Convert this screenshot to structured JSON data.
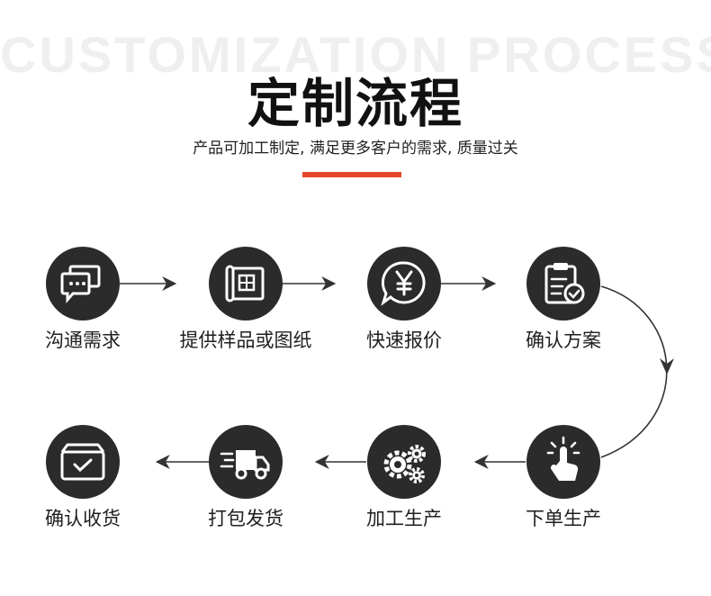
{
  "header": {
    "bg_title": "CUSTOMIZATION PROCESS",
    "title": "定制流程",
    "subtitle": "产品可加工制定, 满足更多客户的需求, 质量过关",
    "accent_color": "#e4472a"
  },
  "steps": [
    {
      "label": "沟通需求",
      "icon": "chat-icon"
    },
    {
      "label": "提供样品或图纸",
      "icon": "blueprint-icon"
    },
    {
      "label": "快速报价",
      "icon": "yuan-bubble-icon"
    },
    {
      "label": "确认方案",
      "icon": "clipboard-check-icon"
    },
    {
      "label": "下单生产",
      "icon": "click-hand-icon"
    },
    {
      "label": "加工生产",
      "icon": "gears-icon"
    },
    {
      "label": "打包发货",
      "icon": "delivery-truck-icon"
    },
    {
      "label": "确认收货",
      "icon": "box-check-icon"
    }
  ],
  "colors": {
    "circle": "#2b2b2b",
    "line": "#333333"
  }
}
